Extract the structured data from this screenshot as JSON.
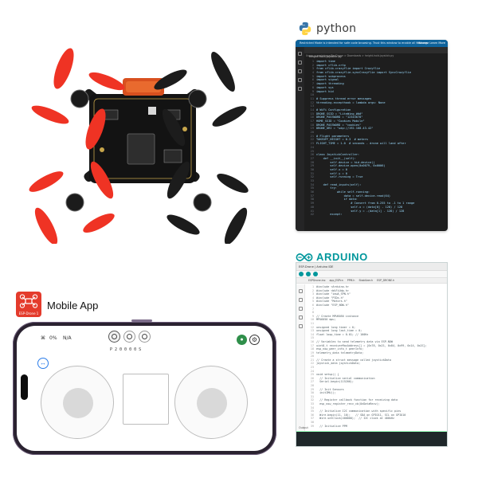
{
  "python": {
    "brand": "python",
    "banner": "Restricted Mode is intended for safe code browsing. Trust this window to enable all features.",
    "banner_links": "Manage   Learn More",
    "tab": "height-hold-joystick.py",
    "breadcrumb": "Users > workdrone/EspDrone > Downloads > height-hold-joystick.py",
    "code": [
      "import time",
      "import cflib.crtp",
      "from cflib.crazyflie import Crazyflie",
      "from cflib.crazyflie.syncCrazyflie import SyncCrazyflie",
      "import subprocess",
      "import signal",
      "import threading",
      "import sys",
      "import hid",
      "",
      "# Suppress thread error messages",
      "threading.excepthook = lambda args: None",
      "",
      "# WiFi Configuration",
      "DRONE_SSID = \"LiteWing_###\"",
      "DRONE_PASSWORD = \"12345678\"",
      "HOME_SSID = \"Cookies Mobile\"",
      "DRONE_PASSWORD = \"cookies\"",
      "DRONE_URI = \"udp://192.168.43.42\"",
      "",
      "# Flight parameters",
      "TAKEOFF_HEIGHT = 0.3  # meters",
      "FLIGHT_TIME = 1.0  # seconds - drone will land after",
      "",
      "",
      "class JoystickController:",
      "    def __init__(self):",
      "        self.device = hid.device()",
      "        self.device.open(0x0079, 0x0006)",
      "        self.x = 0",
      "        self.y = 0",
      "        self.running = True",
      "",
      "    def read_inputs(self):",
      "        try:",
      "            while self.running:",
      "                data = self.device.read(64)",
      "                if data:",
      "                    # Convert from 0-255 to -1 to 1 range",
      "                    self.x = (data[0] - 128) / 128",
      "                    self.y = -(data[1] - 128) / 128",
      "        except:"
    ]
  },
  "arduino": {
    "brand": "ARDUINO",
    "window_title": "ESP-Drone | Arduino IDE",
    "tabs": [
      "ESPDrone.ino",
      "app_ESPcn",
      "PPM.h",
      "Stabilizer.h",
      "ESP_DRONE.h"
    ],
    "output_label": "Output",
    "code": [
      "#include <Arduino.h>",
      "#include <WiFiUdp.h>",
      "#include \"imuA_SPN.h\"",
      "#include \"PIDx.h\"",
      "#include \"Motors.h\"",
      "#include \"ESP_NOW.h\"",
      "",
      "",
      "// Create MPU6050 instance",
      "MPU6050 mpu;",
      "",
      "unsigned long timer = 0;",
      "unsigned long last_time = 0;",
      "float loop_time = 0.01; // 100Hz",
      "",
      "// Variables to send telemetry data via ESP-NOW",
      "uint8_t receiverMacAddress[] = {0x78, 0x21, 0x84, 0x99, 0x14, 0x2C};",
      "esp_now_peer_info_t peerInfo;",
      "telemetry_data telemetryData;",
      "",
      "// Create a struct message called joystickData",
      "joystick_data joystickData;",
      "",
      "",
      "void setup() {",
      "  // Initialize serial communication",
      "  Serial.begin(115200);",
      "",
      "  // Init Sensors",
      "  initIMU();",
      "",
      "  // Register callback function for receiving data",
      "  esp_now_register_recv_cb(OnDataRecv);",
      "",
      "  // Initialize I2C communication with specific pins",
      "  Wire.begin(11, 10);   // SDA on GPIO11, SCL on GPIO10",
      "  Wire.setClock(400000);  // I2C clock at 400kHz",
      "",
      "  // Initialize PPM"
    ]
  },
  "mobile": {
    "icon_caption": "ESP-Drone 1",
    "title": "Mobile App",
    "status": {
      "signal": "0%",
      "battery": "N/A"
    },
    "telemetry": [
      "P",
      "2",
      "0",
      "0",
      "0",
      "0",
      "S"
    ]
  },
  "colors": {
    "python_bg": "#1e1e1e",
    "arduino_accent": "#00979c",
    "app_red": "#e43b2c",
    "phone_frame": "#2a2230",
    "drone_prop_red": "#ef3324",
    "drone_prop_black": "#1c1c1c"
  }
}
